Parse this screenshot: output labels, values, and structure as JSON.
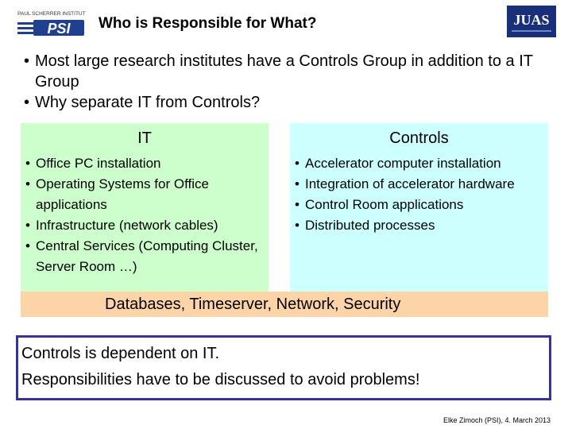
{
  "header": {
    "title": "Who is Responsible for What?",
    "left_logo_text": "PAUL SCHERRER INSTITUT",
    "left_logo_mark": "PSI",
    "right_logo_text": "JUAS"
  },
  "intro_bullets": [
    "Most large research institutes have a Controls Group in addition to a IT Group",
    "Why separate IT from Controls?"
  ],
  "it_column": {
    "heading": "IT",
    "items": [
      "Office PC installation",
      "Operating Systems for Office applications",
      "Infrastructure (network cables)",
      "Central Services (Computing Cluster, Server Room …)"
    ],
    "color": "#ccffcc"
  },
  "controls_column": {
    "heading": "Controls",
    "items": [
      "Accelerator computer installation",
      "Integration of accelerator hardware",
      "Control Room applications",
      "Distributed processes"
    ],
    "color": "#ccffff"
  },
  "shared_bar": {
    "text": "Databases, Timeserver, Network, Security",
    "color": "#fcd4a8"
  },
  "note": {
    "line1": "Controls is dependent on IT.",
    "line2": "Responsibilities have to be discussed to avoid problems!",
    "border_color": "#333399"
  },
  "footer": {
    "text": "Elke Zimoch (PSI), 4. March 2013"
  }
}
